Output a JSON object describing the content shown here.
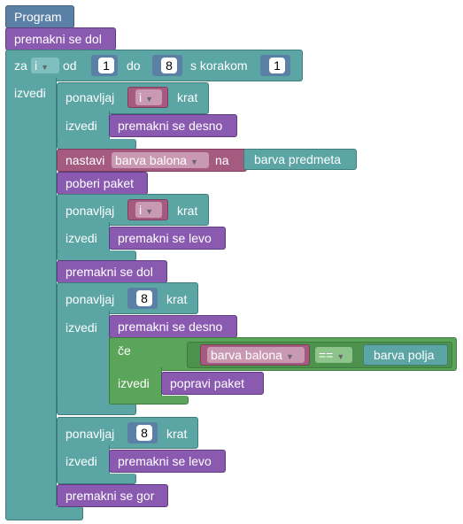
{
  "program": {
    "label": "Program",
    "statements": {
      "move_down_1": "premakni se dol",
      "for_loop": {
        "kw_for": "za",
        "var": "i",
        "kw_from": "od",
        "from": "1",
        "kw_to": "do",
        "to": "8",
        "kw_step": "s korakom",
        "step": "1",
        "kw_do": "izvedi"
      },
      "repeat_1": {
        "kw": "ponavljaj",
        "count": "i",
        "kw_times": "krat",
        "kw_do": "izvedi",
        "body": "premakni se desno"
      },
      "set_color": {
        "kw_set": "nastavi",
        "var": "barva balona",
        "kw_to": "na",
        "value": "barva predmeta"
      },
      "pick_up": "poberi paket",
      "repeat_2": {
        "kw": "ponavljaj",
        "count": "i",
        "kw_times": "krat",
        "kw_do": "izvedi",
        "body": "premakni se levo"
      },
      "move_down_2": "premakni se dol",
      "repeat_3": {
        "kw": "ponavljaj",
        "count": "8",
        "kw_times": "krat",
        "kw_do": "izvedi",
        "body_move": "premakni se desno",
        "if_block": {
          "kw_if": "če",
          "left": "barva balona",
          "op": "==",
          "right": "barva polja",
          "kw_do": "izvedi",
          "body": "popravi paket"
        }
      },
      "repeat_4": {
        "kw": "ponavljaj",
        "count": "8",
        "kw_times": "krat",
        "kw_do": "izvedi",
        "body": "premakni se levo"
      },
      "move_up": "premakni se gor"
    }
  },
  "colors": {
    "loop": "#5ba5a5",
    "motion": "#8a5ab0",
    "event": "#5b80a5",
    "variable": "#a55b80",
    "logic": "#5ba55b"
  },
  "icons": {
    "dropdown": "triangle-down-icon"
  }
}
